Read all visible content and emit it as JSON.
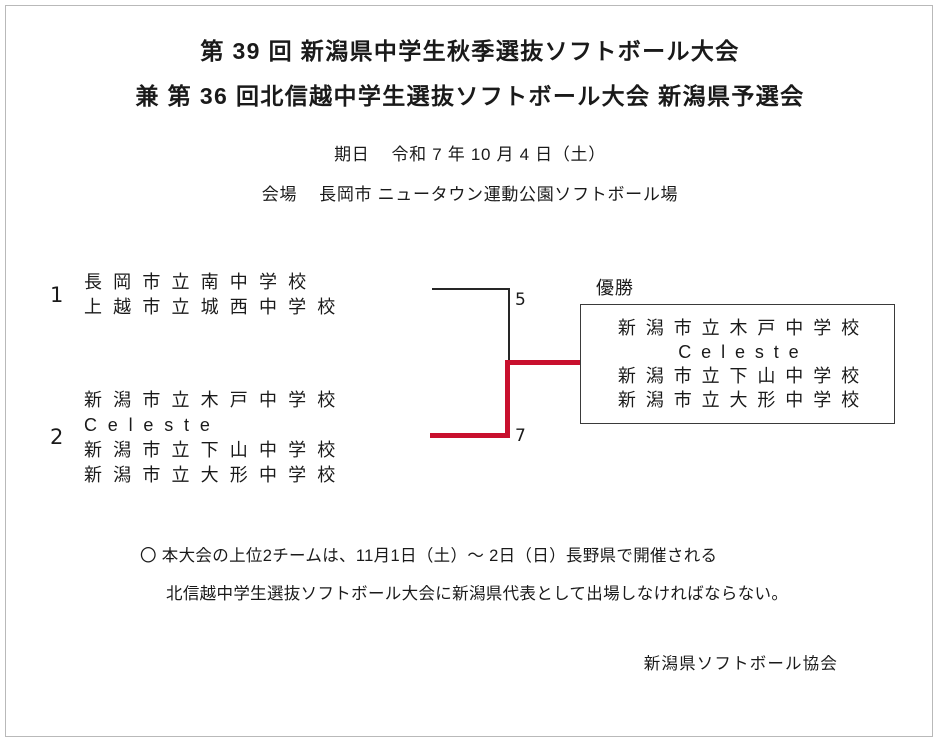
{
  "document": {
    "title_line_1": "第 39 回 新潟県中学生秋季選抜ソフトボール大会",
    "title_line_2": "兼 第 36 回北信越中学生選抜ソフトボール大会 新潟県予選会",
    "date_label": "期日",
    "date_value": "令和 7 年 10 月 4 日（土）",
    "venue_label": "会場",
    "venue_value": "長岡市 ニュータウン運動公園ソフトボール場"
  },
  "bracket": {
    "blocks": [
      {
        "seed": "1",
        "teams": [
          "長岡市立南中学校",
          "上越市立城西中学校"
        ]
      },
      {
        "seed": "2",
        "teams": [
          "新潟市立木戸中学校",
          "Celeste",
          "新潟市立下山中学校",
          "新潟市立大形中学校"
        ]
      }
    ],
    "round_numbers": {
      "upper": "5",
      "lower": "7"
    },
    "colors": {
      "line": "#262626",
      "winner_path": "#c8102e",
      "box_border": "#3a3a3a"
    }
  },
  "winner": {
    "label": "優勝",
    "teams": [
      "新潟市立木戸中学校",
      "Celeste",
      "新潟市立下山中学校",
      "新潟市立大形中学校"
    ]
  },
  "notes": {
    "line_1": "〇 本大会の上位2チームは、11月1日（土）～ 2日（日）長野県で開催される",
    "line_2": "北信越中学生選抜ソフトボール大会に新潟県代表として出場しなければならない。"
  },
  "association": "新潟県ソフトボール協会"
}
